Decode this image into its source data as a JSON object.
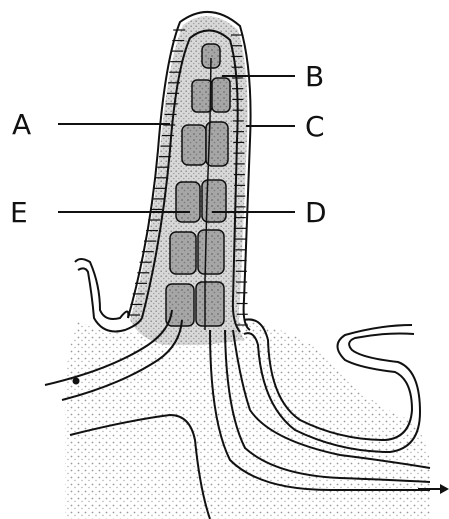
{
  "figure": {
    "labels": {
      "A": "A",
      "B": "B",
      "C": "C",
      "D": "D",
      "E": "E"
    },
    "colors": {
      "ink": "#111111",
      "stipple": "#b5b5b5",
      "cell_fill": "#9a9a9a",
      "background": "#ffffff"
    }
  }
}
